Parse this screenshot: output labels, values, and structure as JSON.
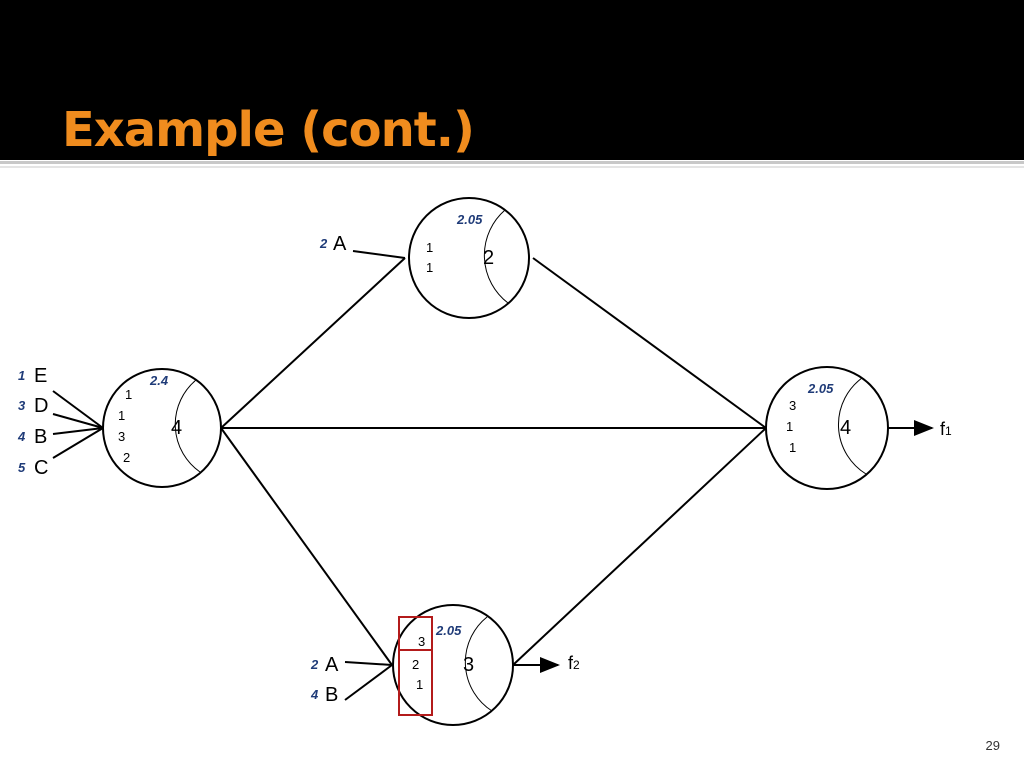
{
  "slide": {
    "title": "Example (cont.)",
    "title_color": "#f08c1e",
    "header_bg": "#000000",
    "page_number": "29"
  },
  "colors": {
    "line": "#000000",
    "score": "#1f3b78",
    "highlight": "#b31b1b"
  },
  "nodes": {
    "top": {
      "score": "2.05",
      "count": "2",
      "entries": [
        "1",
        "1"
      ]
    },
    "left": {
      "score": "2.4",
      "count": "4",
      "entries": [
        "1",
        "1",
        "3",
        "2"
      ]
    },
    "right": {
      "score": "2.05",
      "count": "4",
      "entries": [
        "3",
        "1",
        "1"
      ]
    },
    "bottom": {
      "score": "2.05",
      "count": "3",
      "entries": [
        "3",
        "2",
        "1"
      ]
    }
  },
  "inputs": {
    "top": [
      {
        "rank": "2",
        "label": "A"
      }
    ],
    "left": [
      {
        "rank": "1",
        "label": "E"
      },
      {
        "rank": "3",
        "label": "D"
      },
      {
        "rank": "4",
        "label": "B"
      },
      {
        "rank": "5",
        "label": "C"
      }
    ],
    "bottom": [
      {
        "rank": "2",
        "label": "A"
      },
      {
        "rank": "4",
        "label": "B"
      }
    ]
  },
  "outputs": {
    "right": {
      "name": "f",
      "sub": "1"
    },
    "bottom": {
      "name": "f",
      "sub": "2"
    }
  }
}
